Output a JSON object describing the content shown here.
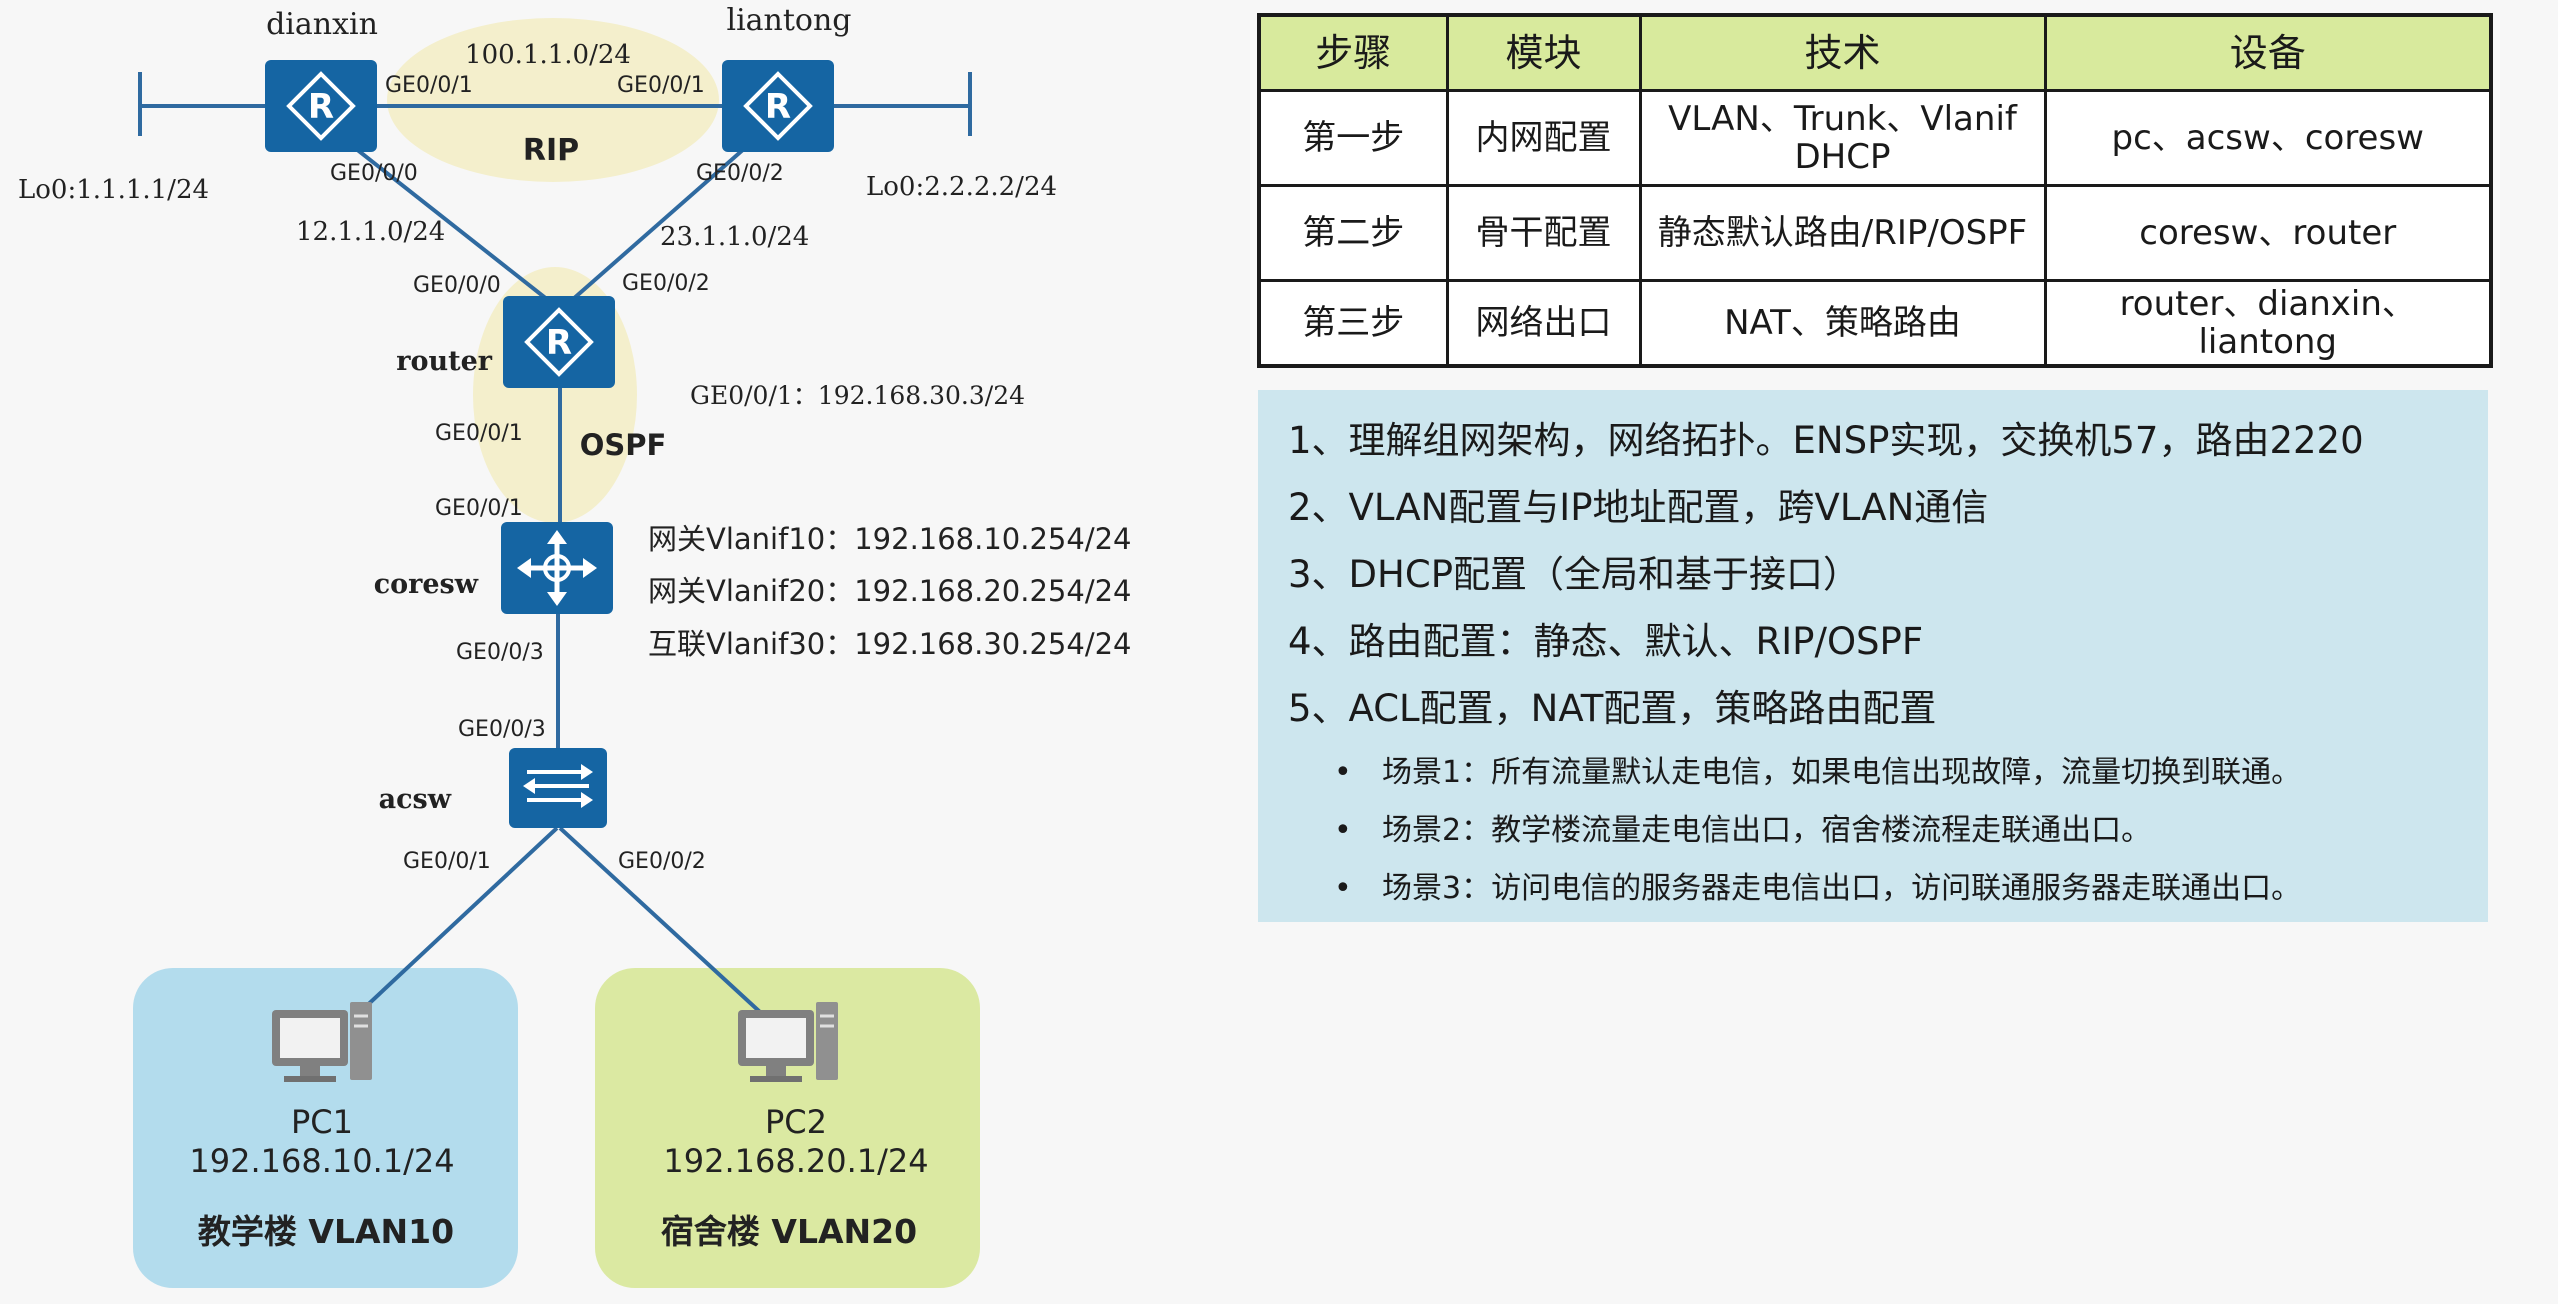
{
  "topology": {
    "nodes": {
      "dianxin": "dianxin",
      "liantong": "liantong",
      "router": "router",
      "coresw": "coresw",
      "acsw": "acsw"
    },
    "labels": {
      "net_100": "100.1.1.0/24",
      "rip": "RIP",
      "ospf": "OSPF",
      "lo_dianxin": "Lo0:1.1.1.1/24",
      "lo_liantong": "Lo0:2.2.2.2/24",
      "net_12": "12.1.1.0/24",
      "net_23": "23.1.1.0/24",
      "router_ge001_ip": "GE0/0/1：192.168.30.3/24",
      "vlanif10": "网关Vlanif10：192.168.10.254/24",
      "vlanif20": "网关Vlanif20：192.168.20.254/24",
      "vlanif30": "互联Vlanif30：192.168.30.254/24"
    },
    "ports": {
      "dianxin_ge001": "GE0/0/1",
      "liantong_ge001": "GE0/0/1",
      "dianxin_ge000": "GE0/0/0",
      "liantong_ge002": "GE0/0/2",
      "router_ge000": "GE0/0/0",
      "router_ge002": "GE0/0/2",
      "router_ge001": "GE0/0/1",
      "coresw_ge001": "GE0/0/1",
      "coresw_ge003": "GE0/0/3",
      "acsw_ge003": "GE0/0/3",
      "acsw_ge001": "GE0/0/1",
      "acsw_ge002": "GE0/0/2"
    },
    "pc1": {
      "name": "PC1",
      "ip": "192.168.10.1/24",
      "area": "教学楼 VLAN10"
    },
    "pc2": {
      "name": "PC2",
      "ip": "192.168.20.1/24",
      "area": "宿舍楼 VLAN20"
    },
    "colors": {
      "device": "#1565a3",
      "link": "#2f6aa0",
      "pc1_area": "#b3dced",
      "pc2_area": "#dbe9a2",
      "protocol_bubble": "#f4efcc"
    }
  },
  "table": {
    "headers": [
      "步骤",
      "模块",
      "技术",
      "设备"
    ],
    "rows": [
      {
        "step": "第一步",
        "module": "内网配置",
        "tech_1": "VLAN、Trunk、Vlanif",
        "tech_2": "DHCP",
        "device": "pc、acsw、coresw"
      },
      {
        "step": "第二步",
        "module": "骨干配置",
        "tech_1": "静态默认路由/RIP/OSPF",
        "device": "coresw、router"
      },
      {
        "step": "第三步",
        "module": "网络出口",
        "tech_1": "NAT、策略路由",
        "device": "router、dianxin、liantong"
      }
    ],
    "header_color": "#d8ea9d"
  },
  "notes": {
    "items": [
      "1、理解组网架构，网络拓扑。ENSP实现，交换机57，路由2220",
      "2、VLAN配置与IP地址配置，跨VLAN通信",
      "3、DHCP配置（全局和基于接口）",
      "4、路由配置：静态、默认、RIP/OSPF",
      "5、ACL配置，NAT配置，策略路由配置"
    ],
    "bullet": "•",
    "sub_items": [
      "场景1：所有流量默认走电信，如果电信出现故障，流量切换到联通。",
      "场景2：教学楼流量走电信出口，宿舍楼流程走联通出口。",
      "场景3：访问电信的服务器走电信出口，访问联通服务器走联通出口。"
    ],
    "background": "#cde6ee"
  }
}
